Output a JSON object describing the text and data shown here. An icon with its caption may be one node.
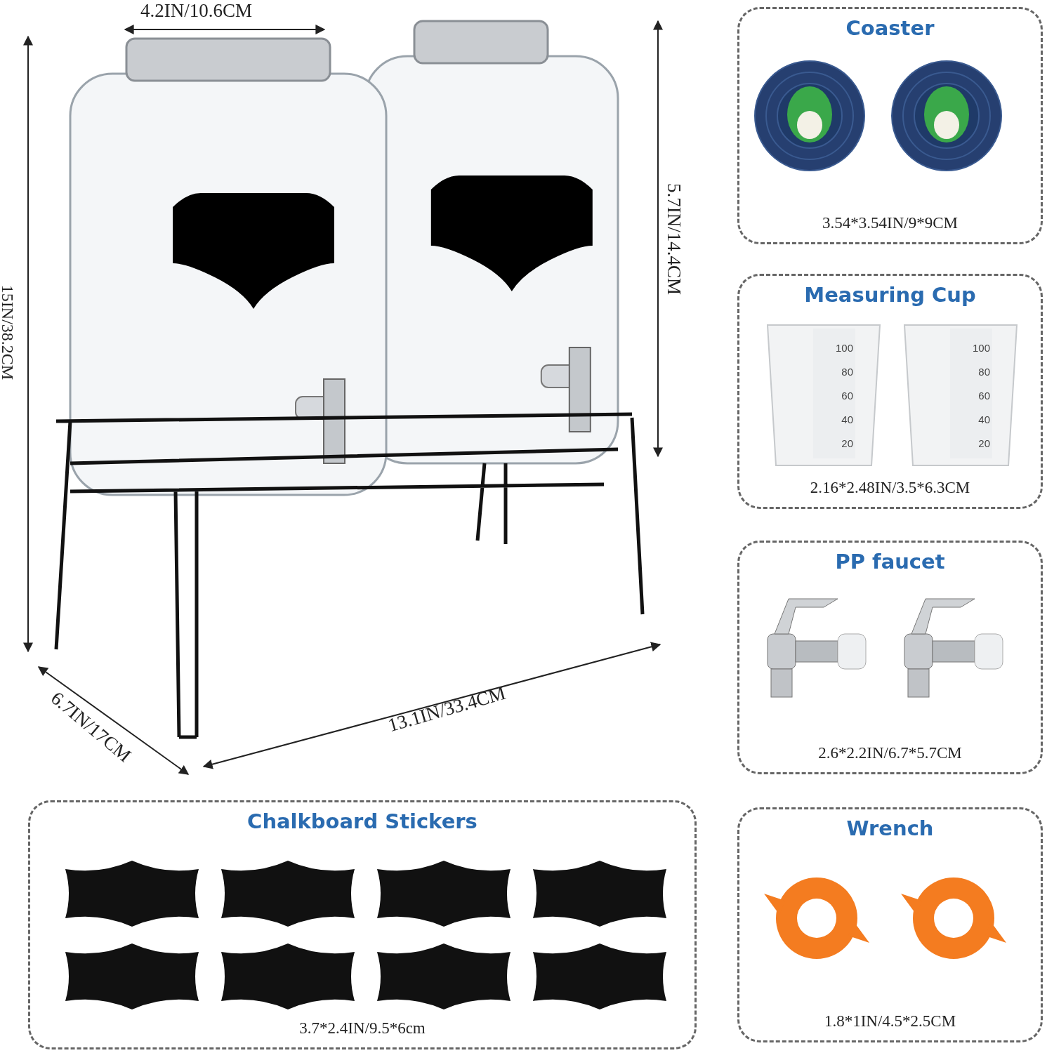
{
  "diagram": {
    "nodes": [
      {
        "text": [
          "Coaster",
          "3.54*3.54IN/9*9CM"
        ]
      },
      {
        "text": [
          "Measuring Cup",
          "2.16*2.48IN/3.5*6.3CM"
        ]
      },
      {
        "text": [
          "PP faucet",
          "2.6*2.2IN/6.7*5.7CM"
        ]
      },
      {
        "text": [
          "Chalkboard Stickers",
          "3.7*2.4IN/9.5*6cm"
        ]
      },
      {
        "text": [
          "Wrench",
          "1.8*1IN/4.5*2.5CM"
        ]
      }
    ],
    "labels": [
      "4.2IN/10.6CM",
      "5.7IN/14.4CM",
      "15IN/38.2CM",
      "100",
      "80",
      "60",
      "40",
      "20",
      "100",
      "80",
      "60",
      "40",
      "20",
      "6.7IN/17CM",
      "13.1IN/33.4CM"
    ]
  }
}
